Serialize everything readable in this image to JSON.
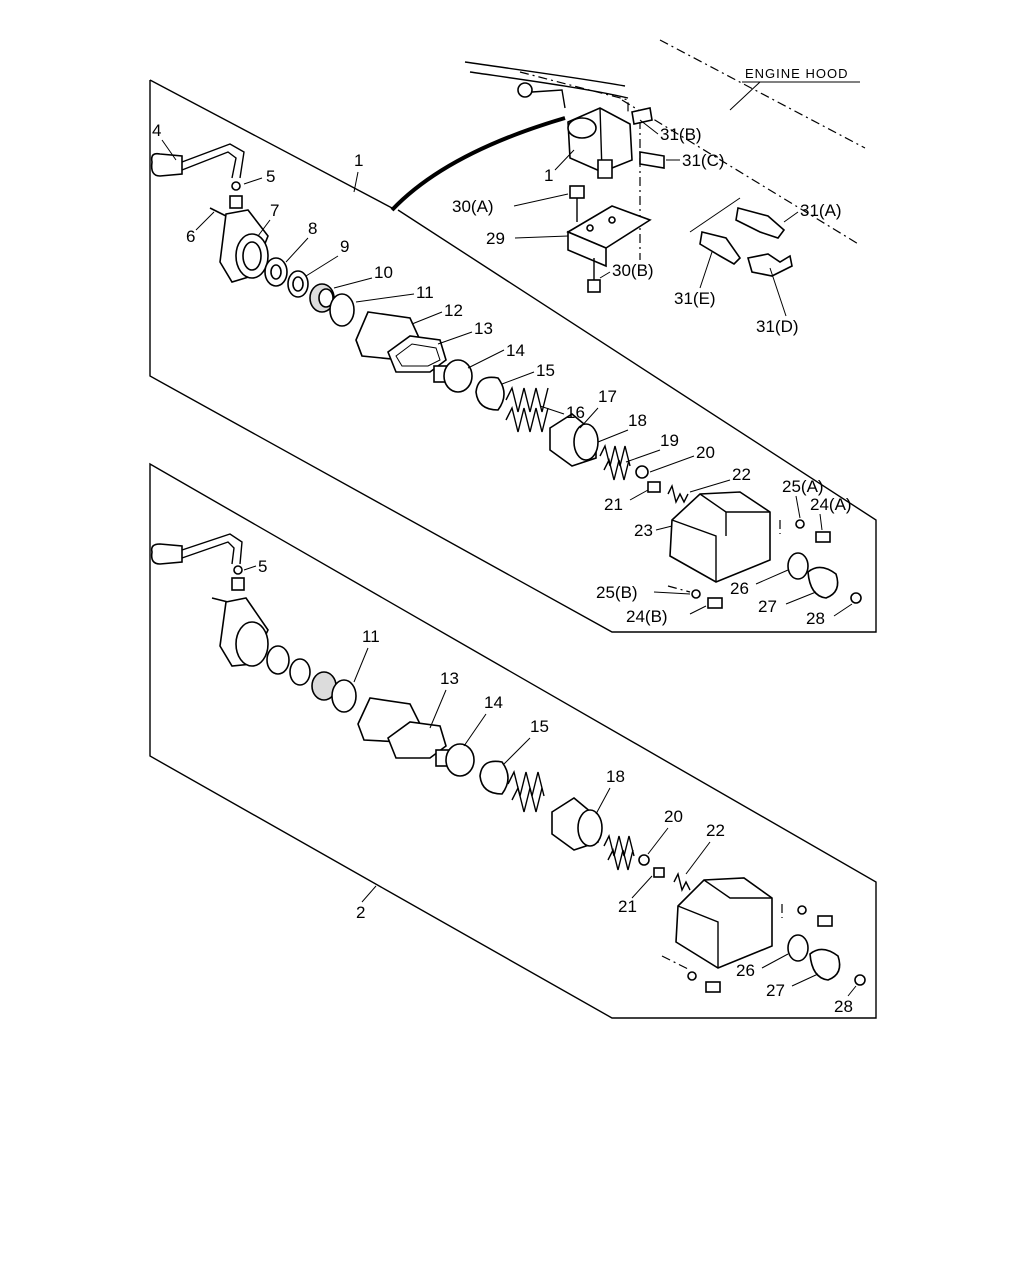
{
  "labels": {
    "engine_hood": "ENGINE HOOD",
    "upper": {
      "l1_main": "1",
      "l1_small": "1",
      "l4": "4",
      "l5": "5",
      "l6": "6",
      "l7": "7",
      "l8": "8",
      "l9": "9",
      "l10": "10",
      "l11": "11",
      "l12": "12",
      "l13": "13",
      "l14": "14",
      "l15": "15",
      "l16": "16",
      "l17": "17",
      "l18": "18",
      "l19": "19",
      "l20": "20",
      "l21": "21",
      "l22": "22",
      "l23": "23",
      "l24a": "24(A)",
      "l24b": "24(B)",
      "l25a": "25(A)",
      "l25b": "25(B)",
      "l26": "26",
      "l27": "27",
      "l28": "28",
      "l29": "29",
      "l30a": "30(A)",
      "l30b": "30(B)",
      "l31a": "31(A)",
      "l31b": "31(B)",
      "l31c": "31(C)",
      "l31d": "31(D)",
      "l31e": "31(E)"
    },
    "lower": {
      "l2": "2",
      "l5": "5",
      "l11": "11",
      "l13": "13",
      "l14": "14",
      "l15": "15",
      "l18": "18",
      "l20": "20",
      "l21": "21",
      "l22": "22",
      "l26": "26",
      "l27": "27",
      "l28": "28"
    }
  }
}
